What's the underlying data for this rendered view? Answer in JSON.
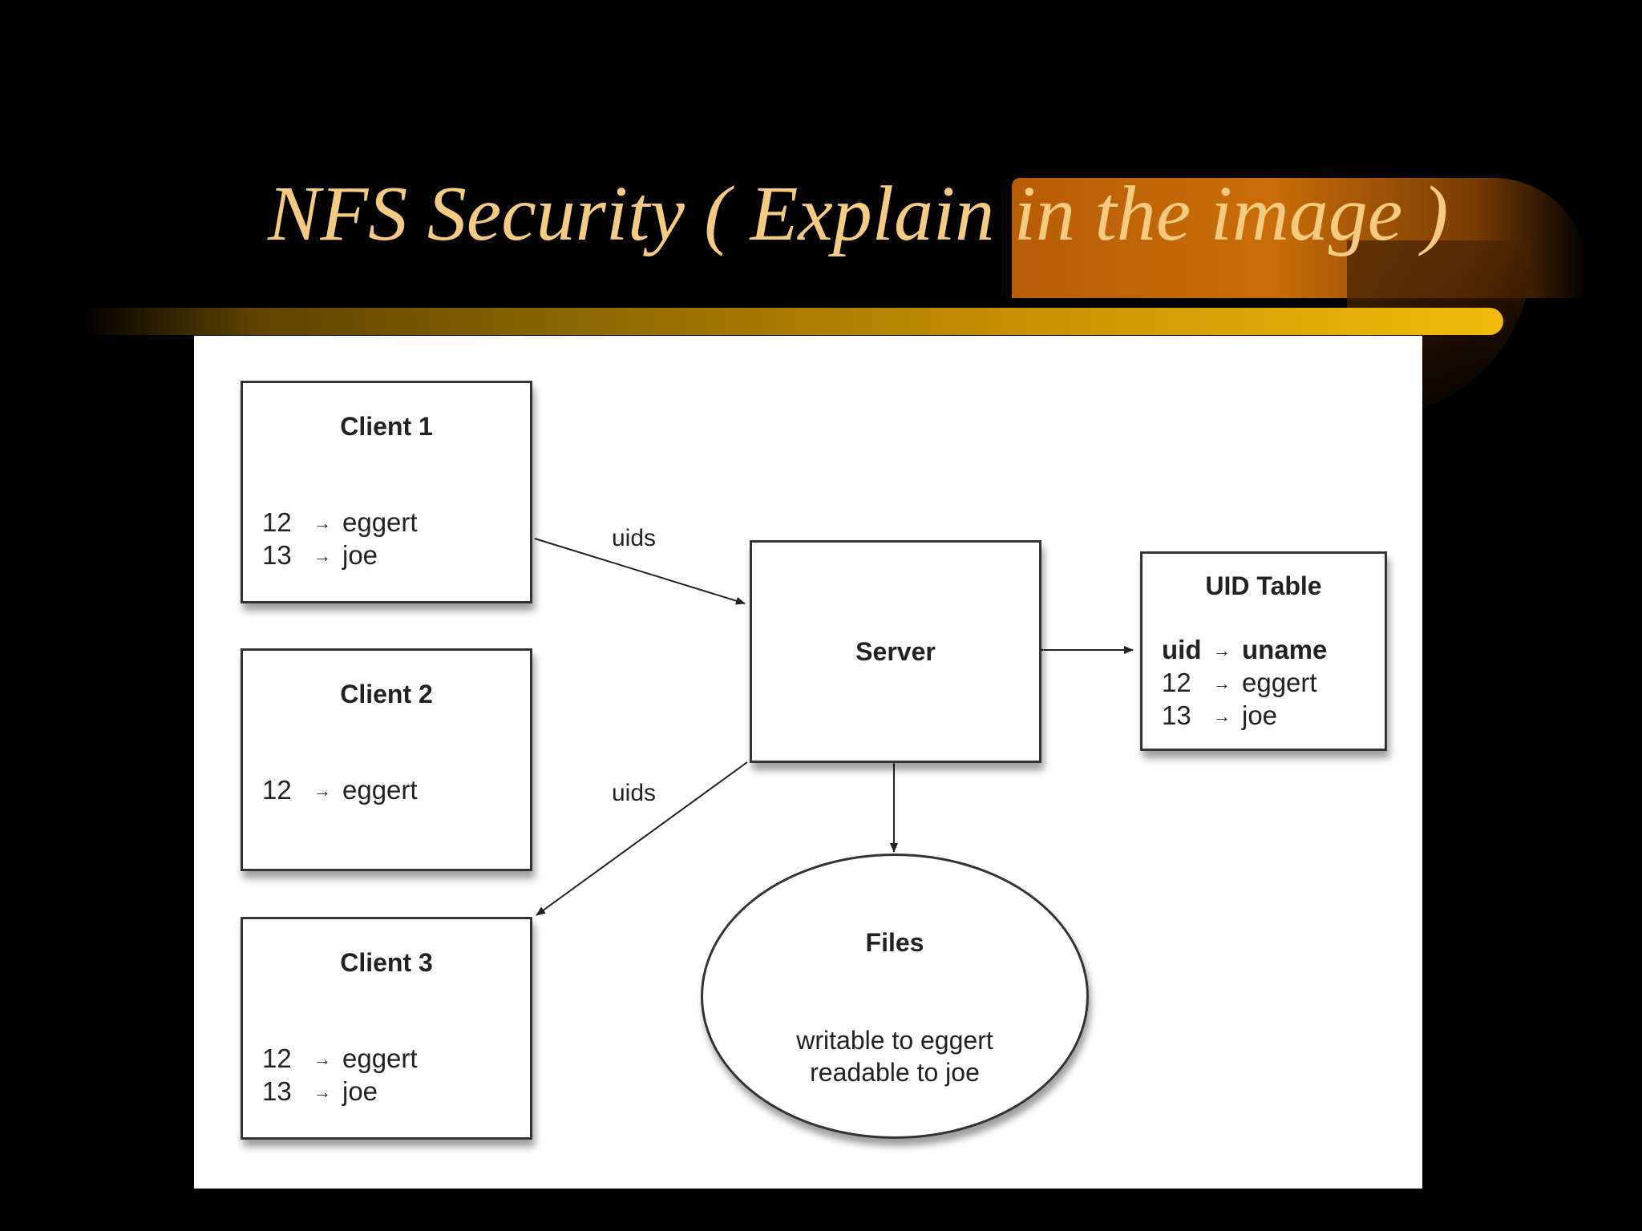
{
  "slide": {
    "title": "NFS Security ( Explain in the image )"
  },
  "diagram": {
    "clients": [
      {
        "title": "Client 1",
        "mappings": [
          {
            "uid": "12",
            "arrow": "→",
            "name": "eggert"
          },
          {
            "uid": "13",
            "arrow": "→",
            "name": "joe"
          }
        ]
      },
      {
        "title": "Client 2",
        "mappings": [
          {
            "uid": "12",
            "arrow": "→",
            "name": "eggert"
          }
        ]
      },
      {
        "title": "Client 3",
        "mappings": [
          {
            "uid": "12",
            "arrow": "→",
            "name": "eggert"
          },
          {
            "uid": "13",
            "arrow": "→",
            "name": "joe"
          }
        ]
      }
    ],
    "server": {
      "title": "Server"
    },
    "uid_table": {
      "title": "UID Table",
      "header": {
        "uid": "uid",
        "arrow": "→",
        "name": "uname"
      },
      "rows": [
        {
          "uid": "12",
          "arrow": "→",
          "name": "eggert"
        },
        {
          "uid": "13",
          "arrow": "→",
          "name": "joe"
        }
      ]
    },
    "files": {
      "title": "Files",
      "line1": "writable to eggert",
      "line2": "readable to joe"
    },
    "edges": {
      "client1_to_server": "uids",
      "server_to_client3": "uids"
    }
  }
}
